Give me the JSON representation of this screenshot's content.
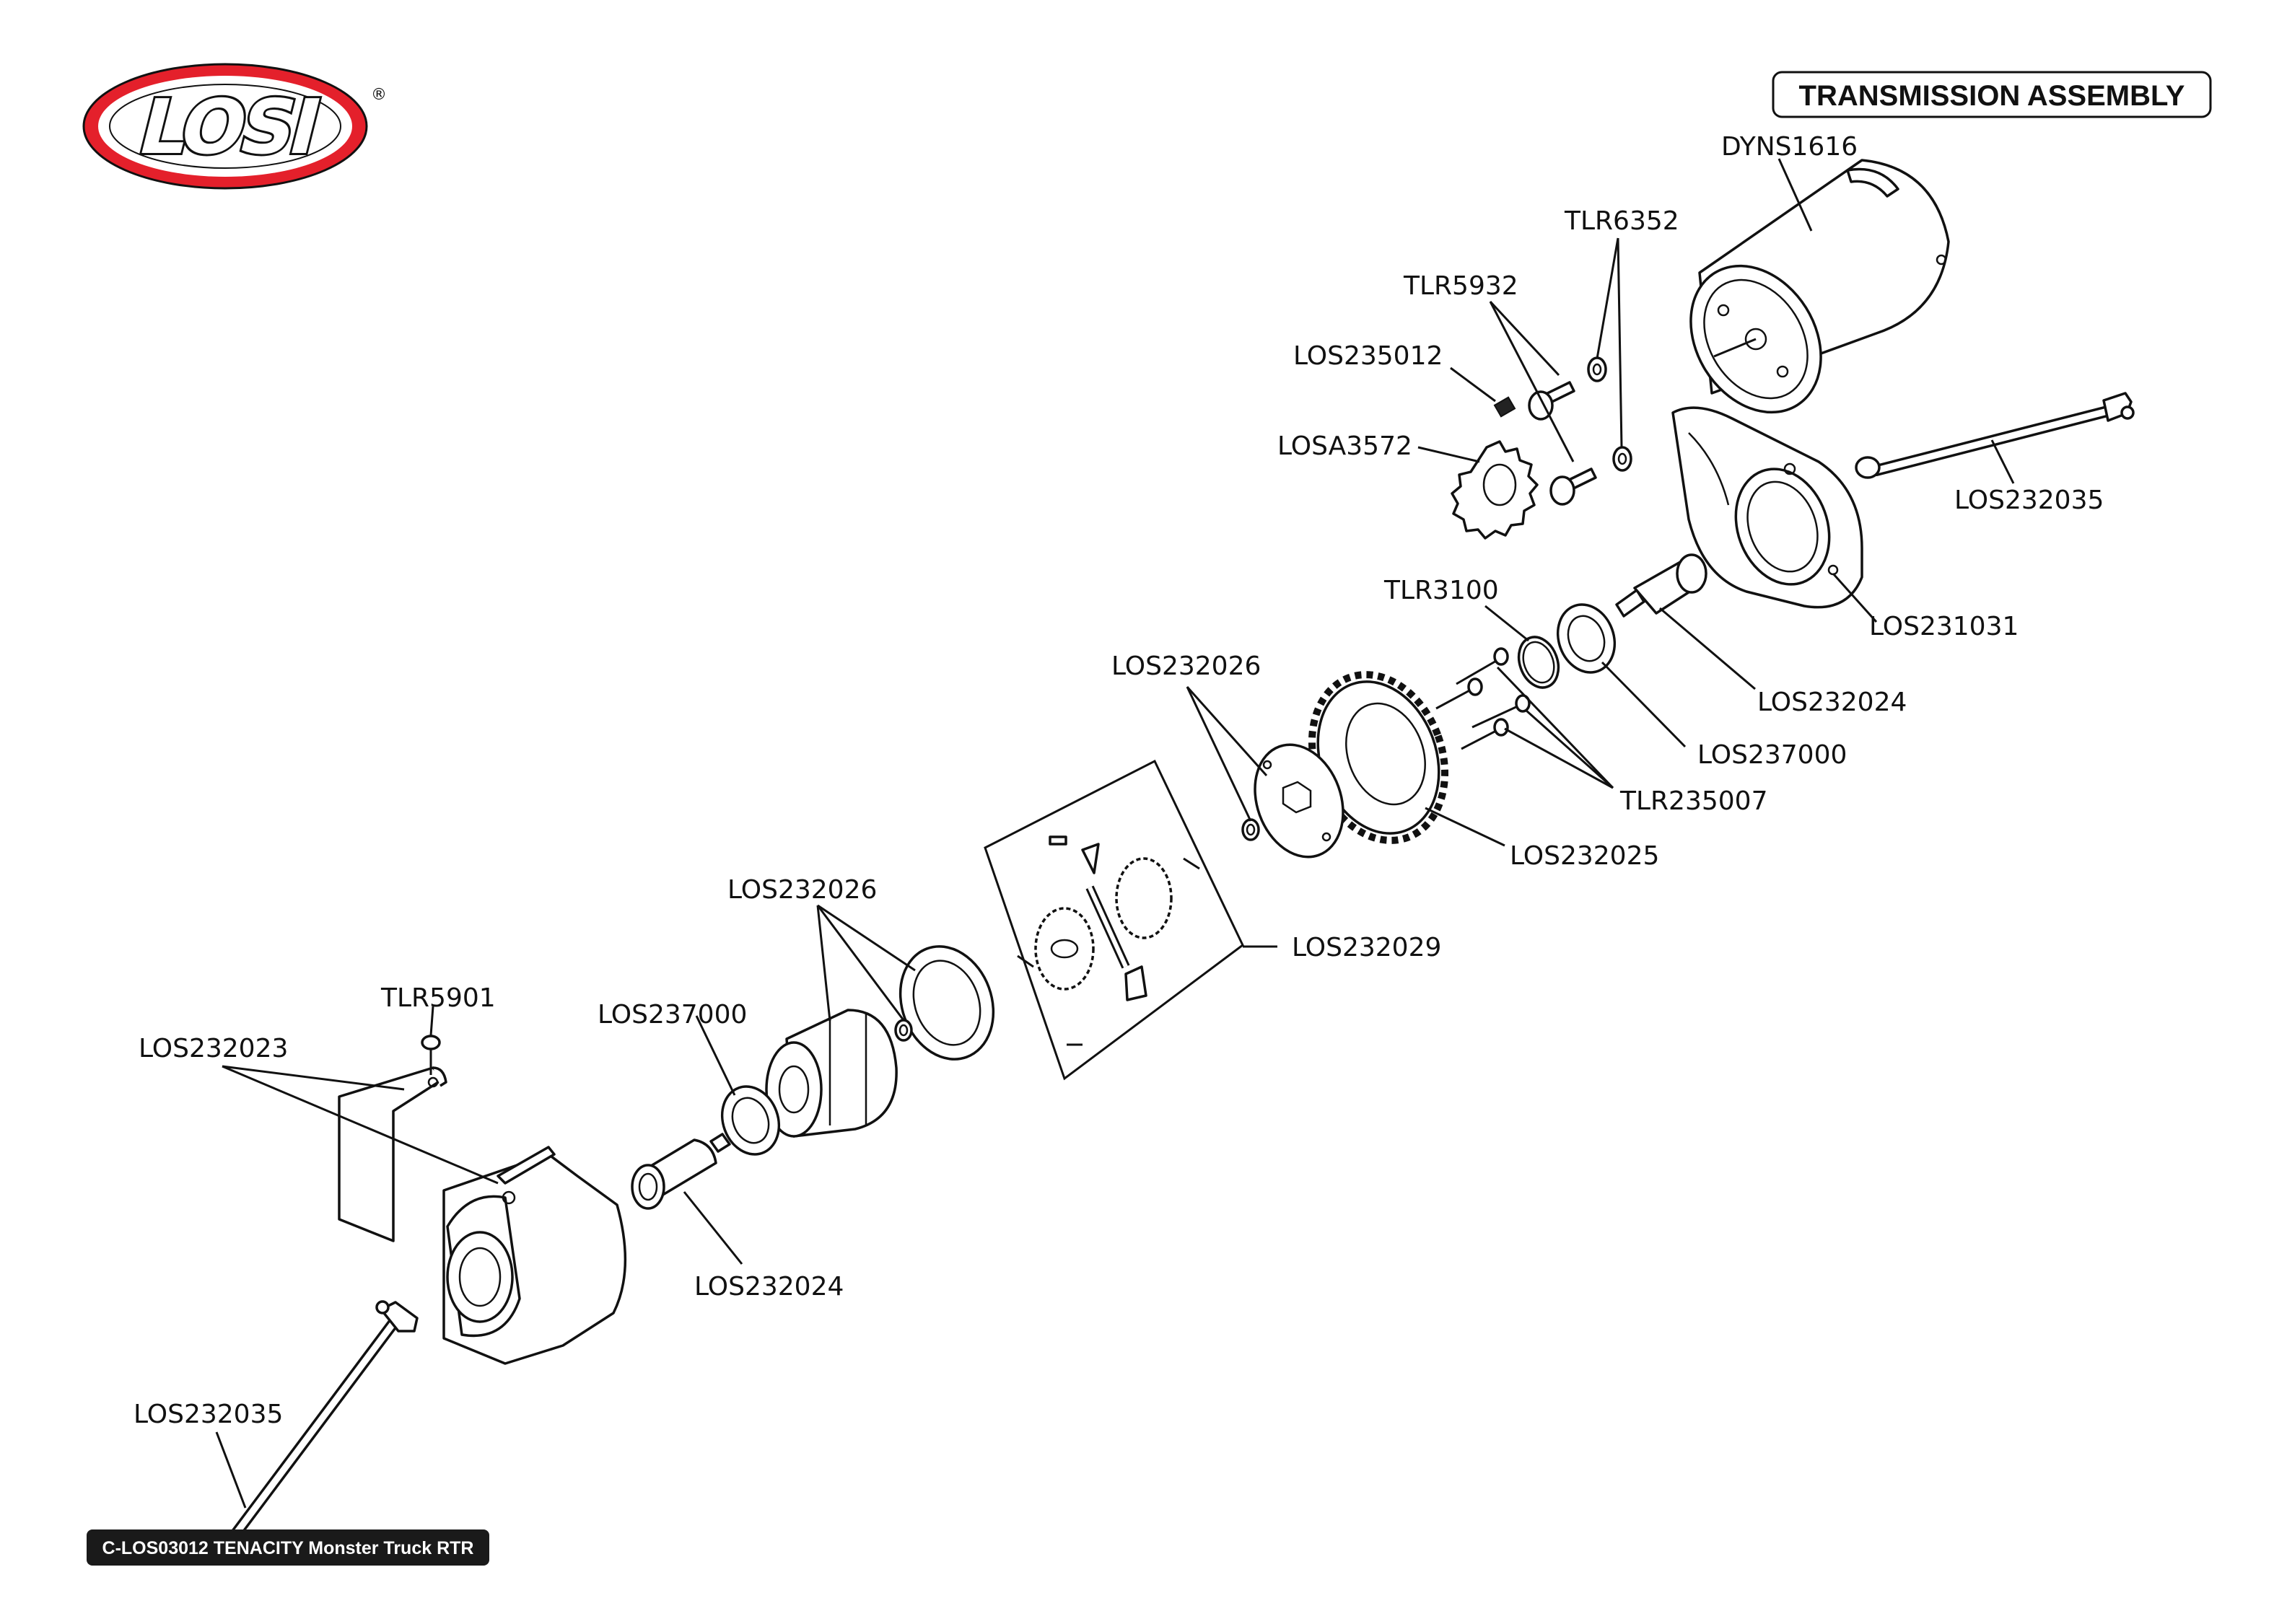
{
  "header": {
    "brand": "LOSI",
    "registered": "®",
    "title": "TRANSMISSION ASSEMBLY"
  },
  "footer": {
    "label": "C-LOS03012 TENACITY Monster Truck RTR"
  },
  "parts": [
    {
      "id": "dyns1616",
      "label": "DYNS1616"
    },
    {
      "id": "tlr6352",
      "label": "TLR6352"
    },
    {
      "id": "tlr5932",
      "label": "TLR5932"
    },
    {
      "id": "los235012",
      "label": "LOS235012"
    },
    {
      "id": "losa3572",
      "label": "LOSA3572"
    },
    {
      "id": "los232035-top",
      "label": "LOS232035"
    },
    {
      "id": "los231031",
      "label": "LOS231031"
    },
    {
      "id": "tlr3100",
      "label": "TLR3100"
    },
    {
      "id": "los232024-top",
      "label": "LOS232024"
    },
    {
      "id": "los237000-top",
      "label": "LOS237000"
    },
    {
      "id": "los232026-top",
      "label": "LOS232026"
    },
    {
      "id": "tlr235007",
      "label": "TLR235007"
    },
    {
      "id": "los232025",
      "label": "LOS232025"
    },
    {
      "id": "los232029",
      "label": "LOS232029"
    },
    {
      "id": "los232026-bot",
      "label": "LOS232026"
    },
    {
      "id": "tlr5901",
      "label": "TLR5901"
    },
    {
      "id": "los237000-bot",
      "label": "LOS237000"
    },
    {
      "id": "los232023",
      "label": "LOS232023"
    },
    {
      "id": "los232024-bot",
      "label": "LOS232024"
    },
    {
      "id": "los232035-bot",
      "label": "LOS232035"
    }
  ]
}
